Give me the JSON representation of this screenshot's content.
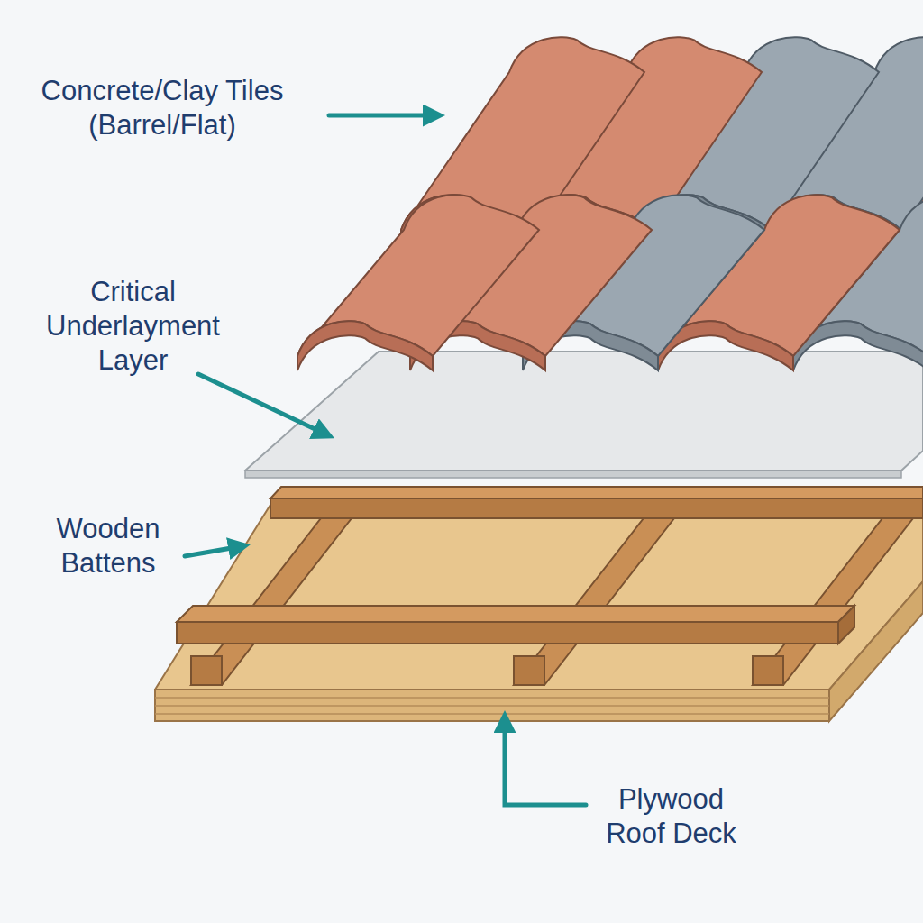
{
  "diagram": {
    "labels": [
      "Concrete/Clay Tiles (Barrel/Flat)",
      "Critical Underlayment Layer",
      "Wooden Battens",
      "Plywood Roof Deck"
    ]
  }
}
